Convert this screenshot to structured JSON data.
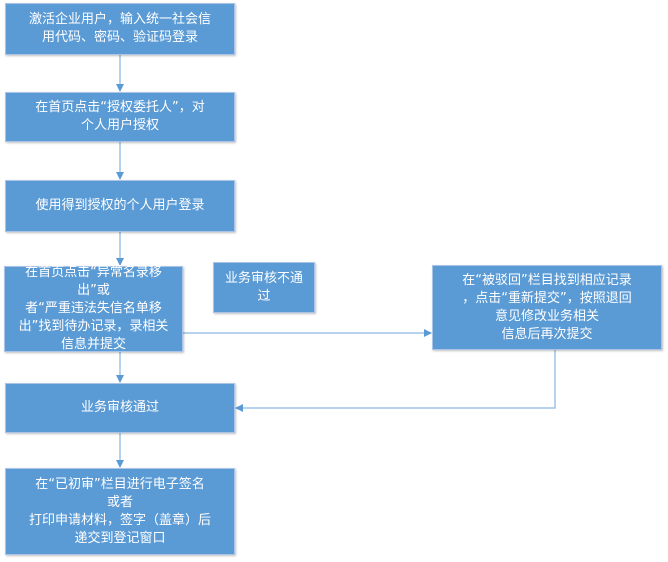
{
  "flowchart": {
    "steps": [
      {
        "lines": [
          "激活企业用户，输入统一社会信",
          "用代码、密码、验证码登录"
        ]
      },
      {
        "lines": [
          "在首页点击“授权委托人”，对",
          "个人用户授权"
        ]
      },
      {
        "lines": [
          "使用得到授权的个人用户登录"
        ]
      },
      {
        "lines": [
          "在首页点击“异常名录移出”或",
          "者“严重违法失信名单移",
          "出”找到待办记录，录相关",
          "信息并提交"
        ]
      },
      {
        "lines": [
          "业务审核不通过"
        ]
      },
      {
        "lines": [
          "在“被驳回”栏目找到相应记录",
          "，点击“重新提交”，按照退回",
          "意见修改业务相关",
          "信息后再次提交"
        ]
      },
      {
        "lines": [
          "业务审核通过"
        ]
      },
      {
        "lines": [
          "在“已初审”栏目进行电子签名",
          "或者",
          "打印申请材料，签字（盖章）后",
          "递交到登记窗口"
        ]
      }
    ],
    "colors": {
      "box": "#5b9bd5",
      "connector": "#9dc3e6",
      "text": "#ffffff"
    }
  }
}
